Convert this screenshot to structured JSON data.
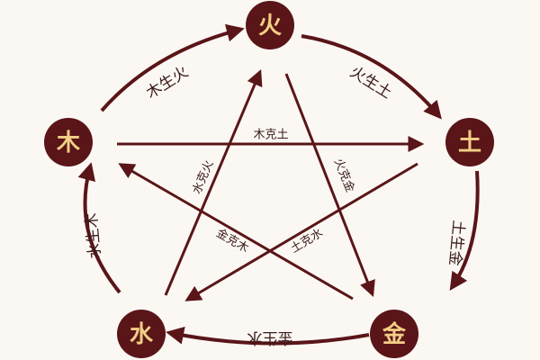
{
  "colors": {
    "primary": "#5a1518",
    "node_text": "#f2cf86",
    "background": "#fbf8f3"
  },
  "elements": {
    "fire": "火",
    "earth": "土",
    "metal": "金",
    "water": "水",
    "wood": "木"
  },
  "generating": {
    "wood_fire": "木生火",
    "fire_earth": "火生土",
    "earth_metal": "土生金",
    "metal_water": "金生水",
    "water_wood": "水生木"
  },
  "overcoming": {
    "wood_earth": "木克土",
    "fire_metal": "火克金",
    "earth_water": "土克水",
    "metal_wood": "金克木",
    "water_fire": "水克火"
  }
}
